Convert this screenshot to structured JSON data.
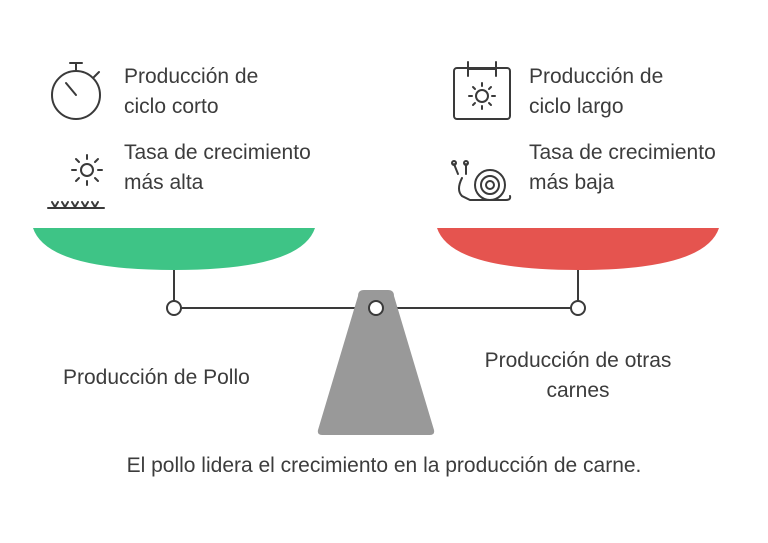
{
  "left": {
    "item1": "Producción de ciclo corto",
    "item2": "Tasa de crecimiento más alta",
    "label": "Producción de Pollo",
    "pan_color": "#3ec486",
    "icon1": "stopwatch-icon",
    "icon2": "sun-grass-icon"
  },
  "right": {
    "item1": "Producción de ciclo largo",
    "item2": "Tasa de crecimiento más baja",
    "label": "Producción de otras carnes",
    "pan_color": "#e5544f",
    "icon1": "calendar-sun-icon",
    "icon2": "snail-icon"
  },
  "caption": "El pollo lidera el crecimiento en la producción de carne.",
  "colors": {
    "stand": "#999999",
    "beam": "#3a3a3a",
    "text": "#3c3c3c"
  }
}
